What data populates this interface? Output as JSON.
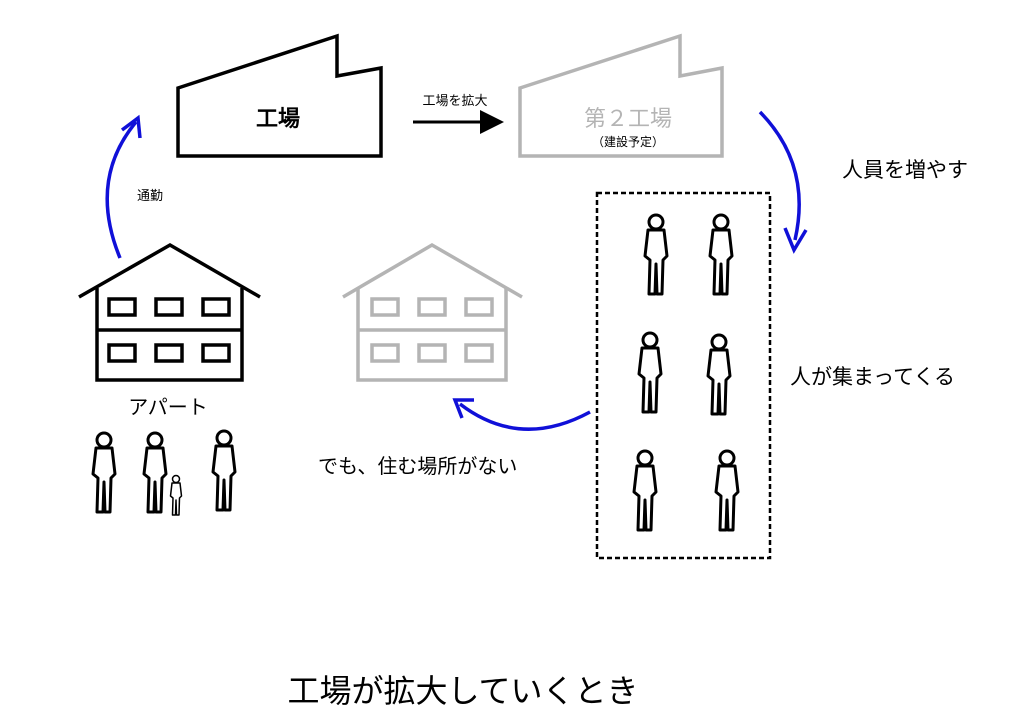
{
  "title": "工場が拡大していくとき",
  "factory": {
    "label": "工場"
  },
  "expand_arrow": {
    "label": "工場を拡大"
  },
  "factory2": {
    "label": "第２工場",
    "sublabel": "（建設予定）"
  },
  "labels": {
    "increase_staff": "人員を増やす",
    "people_gather": "人が集まってくる",
    "no_place": "でも、住む場所がない",
    "commute": "通勤",
    "apartment": "アパート"
  },
  "colors": {
    "arrow": "#1010d8",
    "gray": "#b4b4b4",
    "black": "#000000"
  }
}
